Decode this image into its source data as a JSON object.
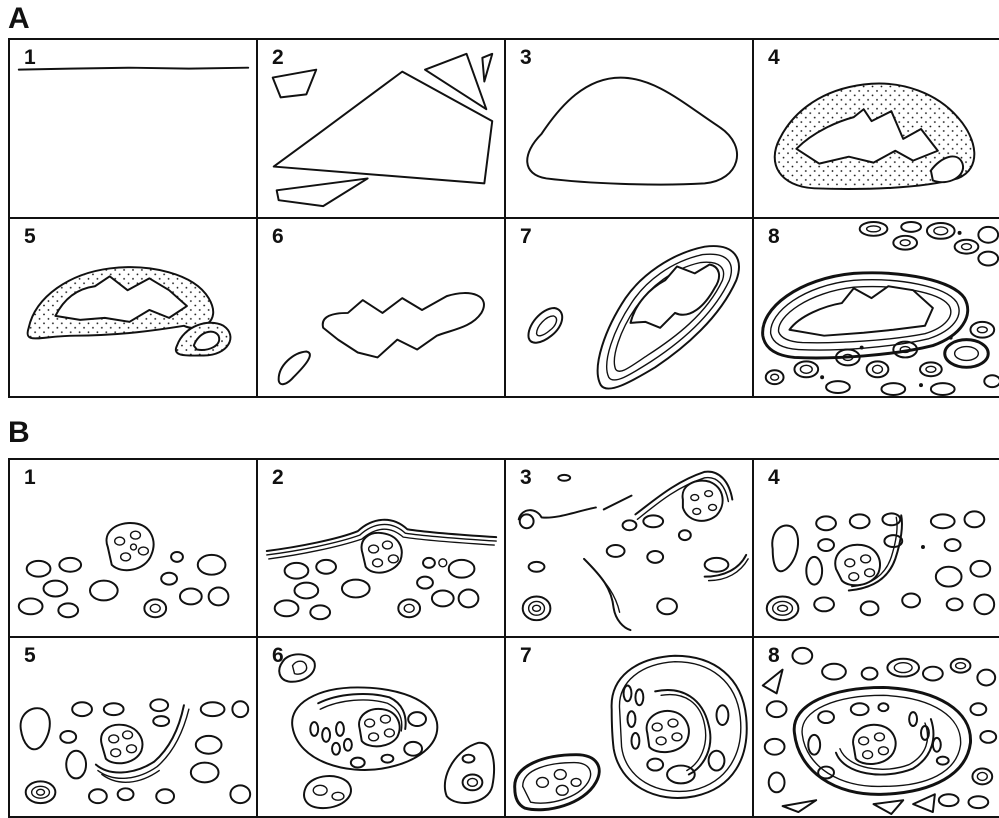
{
  "sections": [
    {
      "label": "A",
      "panels": [
        {
          "number": "1"
        },
        {
          "number": "2"
        },
        {
          "number": "3"
        },
        {
          "number": "4"
        },
        {
          "number": "5"
        },
        {
          "number": "6"
        },
        {
          "number": "7"
        },
        {
          "number": "8"
        }
      ]
    },
    {
      "label": "B",
      "panels": [
        {
          "number": "1"
        },
        {
          "number": "2"
        },
        {
          "number": "3"
        },
        {
          "number": "4"
        },
        {
          "number": "5"
        },
        {
          "number": "6"
        },
        {
          "number": "7"
        },
        {
          "number": "8"
        }
      ]
    }
  ]
}
